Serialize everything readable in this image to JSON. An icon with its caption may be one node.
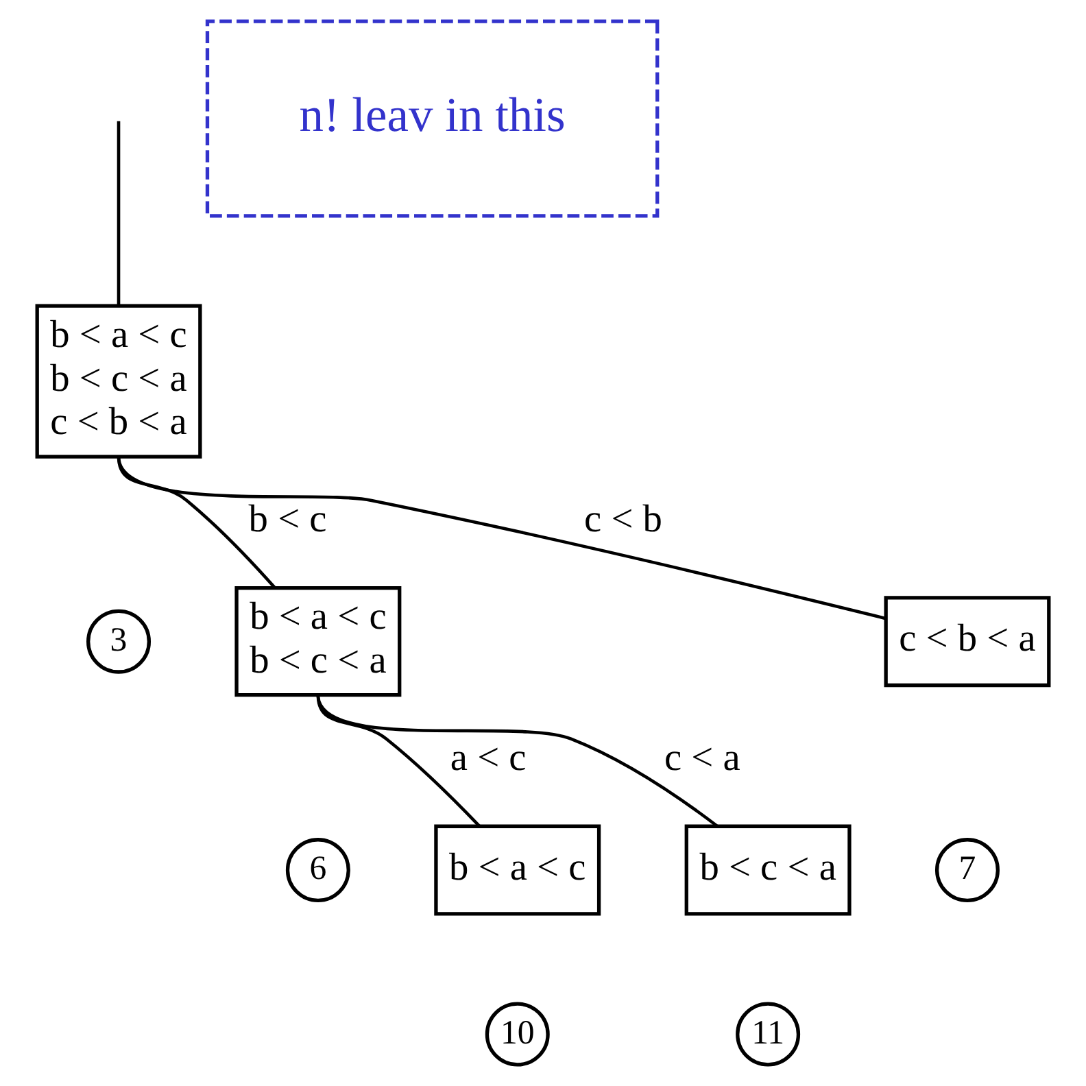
{
  "diagram": {
    "nodes": [
      {
        "text": [
          "b < a < c",
          "b < c < a",
          "c < b < a"
        ]
      },
      {
        "text": [
          "3"
        ]
      },
      {
        "text": [
          "b < a < c",
          "b < c < a"
        ]
      },
      {
        "text": [
          "6"
        ]
      },
      {
        "text": [
          "c < b < a"
        ]
      },
      {
        "text": [
          "7"
        ]
      },
      {
        "text": [
          "b < a < c"
        ]
      },
      {
        "text": [
          "10"
        ]
      },
      {
        "text": [
          "b < c < a"
        ]
      },
      {
        "text": [
          "11"
        ]
      },
      {
        "text": [
          "n! leav in this"
        ]
      }
    ],
    "edges": [
      {
        "from": null,
        "to": 0,
        "arrow": "none"
      },
      {
        "from": 0,
        "to": 2,
        "arrow": "none",
        "label": "b < c"
      },
      {
        "from": 0,
        "to": 4,
        "arrow": "none",
        "label": "c < b"
      },
      {
        "from": 2,
        "to": 6,
        "arrow": "none",
        "label": "a < c"
      },
      {
        "from": 2,
        "to": 8,
        "arrow": "none",
        "label": "c < a"
      }
    ]
  }
}
